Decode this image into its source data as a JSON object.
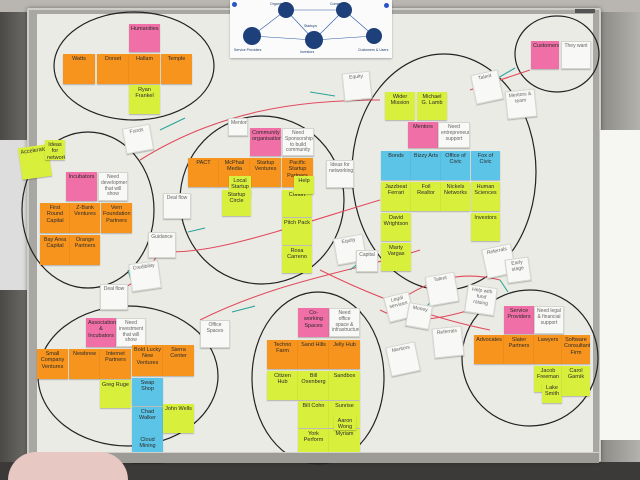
{
  "notes": {
    "n1": "Watts",
    "n2": "Dorset",
    "n3": "Humanities",
    "n4": "Hallam",
    "n5": "Temple",
    "n6": "Ryan Frankel",
    "c1": "Customers",
    "c2": "They want",
    "m1": "Community organisation",
    "m2": "Need Sponsorship to build community",
    "m3": "PACT",
    "m4": "McPhail Media",
    "m5": "Startup Ventures",
    "m6": "Pacific Startup Partners",
    "m7": "Local Startup",
    "m8": "Startup Circle",
    "m9": "Cohort",
    "m10": "Pitch Pack",
    "m11": "Rosa Carreno",
    "l1": "Incubators",
    "l2": "Need development that will show",
    "l3": "First Round Capital",
    "l4": "Z-Bank Ventures",
    "l5": "Vern Foundation Partners",
    "l6": "Bay Area Capital",
    "l7": "Orange Partners",
    "l8": "Accelerators",
    "r1": "Wider Mission",
    "r2": "Michael G. Lamb",
    "r3": "Mentors",
    "r4": "Need entrepreneurial support",
    "r5": "Bonds",
    "r6": "Bizzy Arts",
    "r7": "Office of Civic",
    "r8": "Fox of Civic",
    "r9": "Jazzbeat Ferrari",
    "r10": "Foil Realtor",
    "r11": "Nickels Networks",
    "r12": "Human Sciences",
    "r13": "David Wrightson",
    "r14": "Marty Vargas",
    "bl1": "Associations & Incubators",
    "bl2": "Need investment that will show",
    "bl3": "Small Company Ventures",
    "bl4": "Newbrew",
    "bl5": "Internet Partners",
    "bl6": "Bold Lucky New Ventures",
    "bl7": "Sierra Center",
    "bl8": "Greg Ruge",
    "bl9": "Swap Shop",
    "bl10": "John Wells",
    "bl11": "Chad Walker",
    "bl12": "Cloud Mining",
    "bm1": "Co-working Spaces",
    "bm2": "Need office space & infrastructure",
    "bm3": "Techno Farm",
    "bm4": "Sand Hills",
    "bm5": "Jelly Hub",
    "bm6": "Citizen Hub",
    "bm7": "Bill Oxenberg",
    "bm8": "Sandbox",
    "bm9": "Bill Cohn",
    "bm10": "Sunrise",
    "bm11": "Aaron Wong",
    "bm12": "York Perform",
    "bm13": "Myriam",
    "br1": "Service Providers",
    "br2": "Need legal & financial support",
    "br3": "Advocates",
    "br4": "Slater Partners",
    "br5": "Lawyers",
    "br6": "Software Consultants Firm",
    "br7": "Jacob Freeman",
    "br8": "Lake Smith",
    "br9": "Carol Garnik",
    "w1": "Equity",
    "w2": "Funds",
    "w3": "Help",
    "w4": "Ideas for networking",
    "w5": "Guidance",
    "w6": "Deal flow",
    "w7": "Credibility",
    "w8": "Deal flow",
    "w9": "Equity",
    "w10": "Talent",
    "w11": "Mentors & team",
    "w12": "Office Spaces",
    "w13": "Referrals",
    "w14": "Talent",
    "w15": "Help with fund raising",
    "w16": "Referrals",
    "w17": "Mentors",
    "w18": "Legal services",
    "w19": "Money",
    "w20": "Capital",
    "w21": "Early stage",
    "w22": "Mentoring",
    "g1": "Investors",
    "printout": {
      "p1": "Organisation",
      "p2": "Community",
      "p3": "Service Providers",
      "p4": "Investors",
      "p5": "Startups",
      "p6": "Customers & Users"
    }
  }
}
